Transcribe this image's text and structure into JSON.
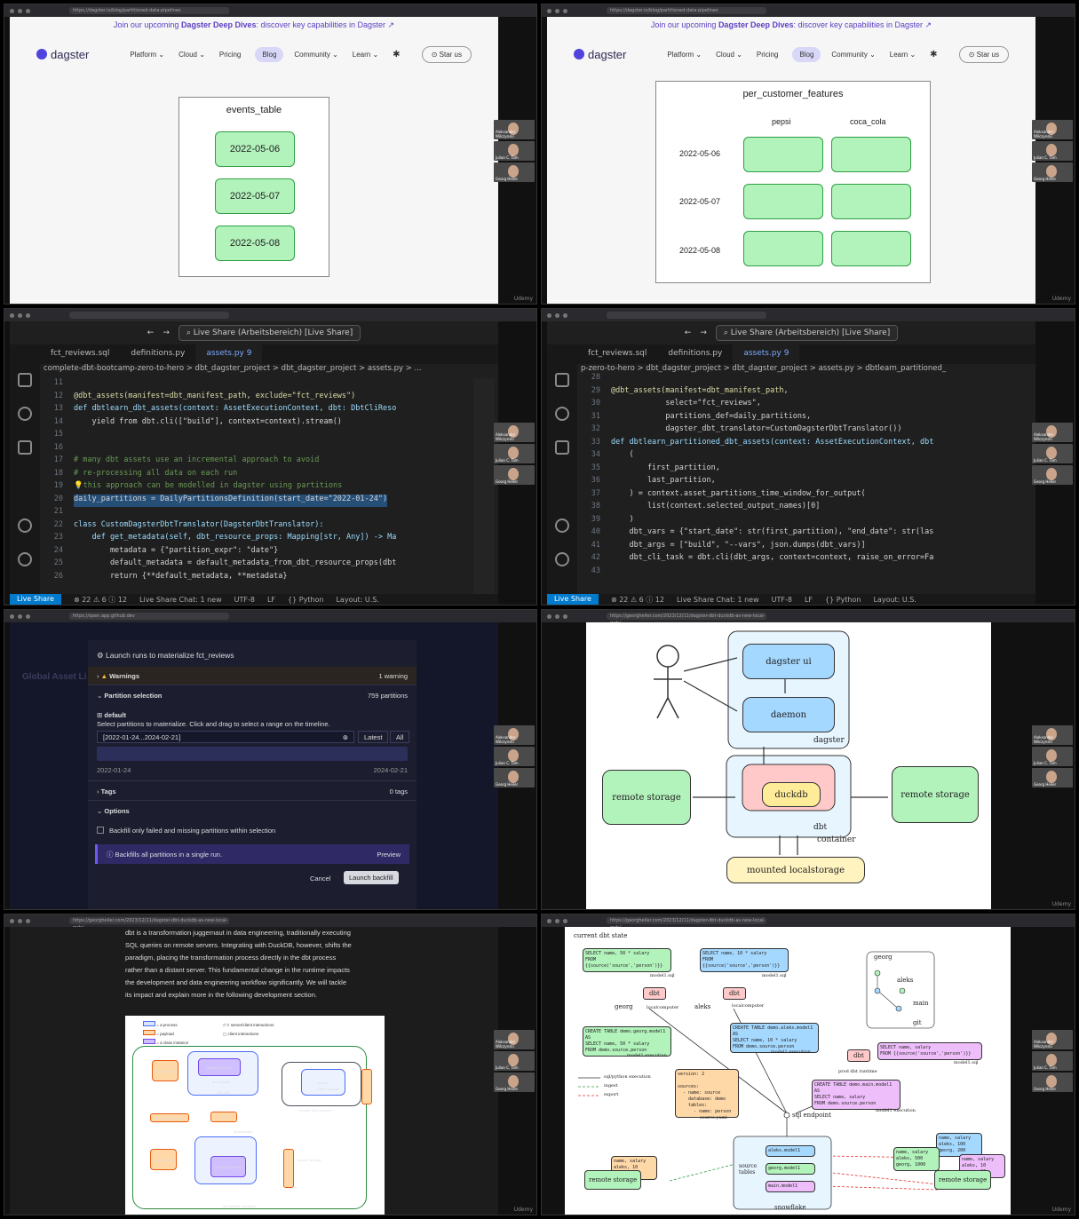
{
  "browser": {
    "url_p1": "https://dagster.io/blog/partitioned-data-pipelines",
    "url_p5": "https://open.app.github.dev",
    "url_p6": "https://georgheiler.com/2023/12/11/dagster-dbt-duckdb-as-new-local-mds/"
  },
  "site": {
    "banner_pre": "Join our upcoming ",
    "banner_bold": "Dagster Deep Dives",
    "banner_post": ": discover key capabilities in Dagster ↗",
    "logo": "dagster",
    "nav": [
      "Platform ⌄",
      "Cloud ⌄",
      "Pricing"
    ],
    "blog": "Blog",
    "nav2": [
      "Community ⌄",
      "Learn ⌄"
    ],
    "star": "Star us"
  },
  "events_table": {
    "title": "events_table",
    "rows": [
      "2022-05-06",
      "2022-05-07",
      "2022-05-08"
    ]
  },
  "pcf": {
    "title": "per_customer_features",
    "cols": [
      "pepsi",
      "coca_cola"
    ],
    "rows": [
      "2022-05-06",
      "2022-05-07",
      "2022-05-08"
    ]
  },
  "webcam_names": [
    "Aleksander Wilczynski",
    "Julian C. Tam",
    "Georg Heiler"
  ],
  "udemy": "Udemy",
  "vscode": {
    "search": "Live Share (Arbeitsbereich) [Live Share]",
    "tabs": [
      "fct_reviews.sql",
      "definitions.py",
      "assets.py 9"
    ],
    "crumbs_a": "complete-dbt-bootcamp-zero-to-hero > dbt_dagster_project > dbt_dagster_project > assets.py > ...",
    "crumbs_b": "p-zero-to-hero > dbt_dagster_project > dbt_dagster_project > assets.py > dbtlearn_partitioned_",
    "status": [
      "Live Share",
      "⊗ 22 ⚠ 6 ⓘ 12",
      "Live Share Chat: 1 new",
      "UTF-8",
      "LF",
      "{} Python",
      "Layout: U.S."
    ]
  },
  "code_a": {
    "line_numbers": [
      "11",
      "12",
      "13",
      "14",
      "15",
      "16",
      "17",
      "18",
      "19",
      "20",
      "21",
      "22",
      "23",
      "24",
      "25",
      "26"
    ],
    "lines": [
      "",
      "@dbt_assets(manifest=dbt_manifest_path, exclude=\"fct_reviews\")",
      "def dbtlearn_dbt_assets(context: AssetExecutionContext, dbt: DbtCliReso",
      "    yield from dbt.cli([\"build\"], context=context).stream()",
      "",
      "",
      "# many dbt assets use an incremental approach to avoid",
      "# re-processing all data on each run",
      "💡this approach can be modelled in dagster using partitions",
      "daily_partitions = DailyPartitionsDefinition(start_date=\"2022-01-24\")",
      "",
      "class CustomDagsterDbtTranslator(DagsterDbtTranslator):",
      "    def get_metadata(self, dbt_resource_props: Mapping[str, Any]) -> Ma",
      "        metadata = {\"partition_expr\": \"date\"}",
      "        default_metadata = default_metadata_from_dbt_resource_props(dbt",
      "        return {**default_metadata, **metadata}"
    ]
  },
  "code_b": {
    "line_numbers": [
      "28",
      "29",
      "30",
      "31",
      "32",
      "33",
      "34",
      "35",
      "36",
      "37",
      "38",
      "39",
      "40",
      "41",
      "42",
      "43"
    ],
    "lines": [
      "",
      "@dbt_assets(manifest=dbt_manifest_path,",
      "            select=\"fct_reviews\",",
      "            partitions_def=daily_partitions,",
      "            dagster_dbt_translator=CustomDagsterDbtTranslator())",
      "def dbtlearn_partitioned_dbt_assets(context: AssetExecutionContext, dbt",
      "    (",
      "        first_partition,",
      "        last_partition,",
      "    ) = context.asset_partitions_time_window_for_output(",
      "        list(context.selected_output_names)[0]",
      "    )",
      "    dbt_vars = {\"start_date\": str(first_partition), \"end_date\": str(las",
      "    dbt_args = [\"build\", \"--vars\", json.dumps(dbt_vars)]",
      "    dbt_cli_task = dbt.cli(dbt_args, context=context, raise_on_error=Fa",
      ""
    ]
  },
  "launch": {
    "title": "Launch runs to materialize fct_reviews",
    "warnings": "Warnings",
    "warnings_count": "1 warning",
    "partition_selection": "Partition selection",
    "partitions_count": "759 partitions",
    "default_label": "default",
    "instruction": "Select partitions to materialize. Click and drag to select a range on the timeline.",
    "range_value": "[2022-01-24...2024-02-21]",
    "latest": "Latest",
    "all": "All",
    "start": "2022-01-24",
    "end": "2024-02-21",
    "tags": "Tags",
    "tags_count": "0 tags",
    "options": "Options",
    "backfill_option": "Backfill only failed and missing partitions within selection",
    "info": "Backfills all partitions in a single run.",
    "preview": "Preview",
    "cancel": "Cancel",
    "launch": "Launch backfill",
    "bg_title": "Global Asset Li"
  },
  "whiteboard": {
    "dagster_ui": "dagster ui",
    "daemon": "daemon",
    "dagster": "dagster",
    "remote_left": "remote storage",
    "remote_right": "remote storage",
    "duckdb": "duckdb",
    "dbt": "dbt",
    "container": "container",
    "mounted": "mounted localstorage"
  },
  "article": {
    "lines": [
      "dbt is a transformation juggernaut in data engineering, traditionally executing",
      "SQL queries on remote servers. Integrating with DuckDB, however, shifts the",
      "paradigm, placing the transformation process directly in the dbt process",
      "rather than a distant server. This fundamental change in the runtime impacts",
      "the development and data engineering workflow significantly. We will tackle",
      "its impact and explain more in the following development section."
    ],
    "fig_legend": [
      "= a process",
      "= payload",
      "= a class instance",
      "server/client interactions",
      "client interactions"
    ],
    "fig_labels": [
      "compiled code",
      "generated code",
      "dbt adapter",
      "dbt core",
      "project source code",
      "docs",
      "localstorage",
      "DuckDB process",
      "engine",
      "native storage",
      "remote DB container",
      "remote storage",
      "dbt runtime container"
    ]
  },
  "state": {
    "title": "current dbt state",
    "sql1": "SELECT name, 50 * salary\nFROM\n{{source('source','person')}}",
    "sql1_label": "model1.sql",
    "sql2": "SELECT name, 10 * salary\nFROM\n{{source('source','person')}}",
    "sql2_label": "model1.sql",
    "georg": "georg",
    "aleks": "aleks",
    "localcomputer": "localcomputer",
    "dbt": "dbt",
    "create1": "CREATE TABLE demo.georg.model1\nAS\nSELECT name, 50 * salary\nFROM demo.source.person",
    "create2": "CREATE TABLE demo.aleks.model1\nAS\nSELECT name, 10 * salary\nFROM demo.source.person",
    "model1_exec": "model1 execution",
    "git_names": [
      "georg",
      "aleks",
      "main"
    ],
    "git": "git",
    "prod": "prod dbt runtime",
    "sql_main": "SELECT name, salary\nFROM {{source('source','person')}}",
    "create_main": "CREATE TABLE demo.main.model1\nAS\nSELECT name, salary\nFROM demo.source.person",
    "legend": [
      "sql/python execution",
      "ingest",
      "export"
    ],
    "source_yaml": "version: 2\n\nsources:\n  - name: source\n    database: demo\n    tables:\n      - name: person",
    "source_yaml_label": "source.yaml",
    "sql_endpoint": "sql endpoint",
    "tables": [
      "aleks.model1",
      "georg.model1",
      "main.model1"
    ],
    "source_tables": "source tables",
    "snowflake": "snowflake",
    "remote_storage": "remote storage",
    "data_left": "name, salary\naleks, 10\ngeorg, 20",
    "data_r1": "name, salary\naleks, 100\ngeorg, 200",
    "data_r2": "name, salary\naleks, 500\ngeorg, 1000",
    "data_r3": "name, salary\naleks, 10\ngeorg, 20"
  }
}
